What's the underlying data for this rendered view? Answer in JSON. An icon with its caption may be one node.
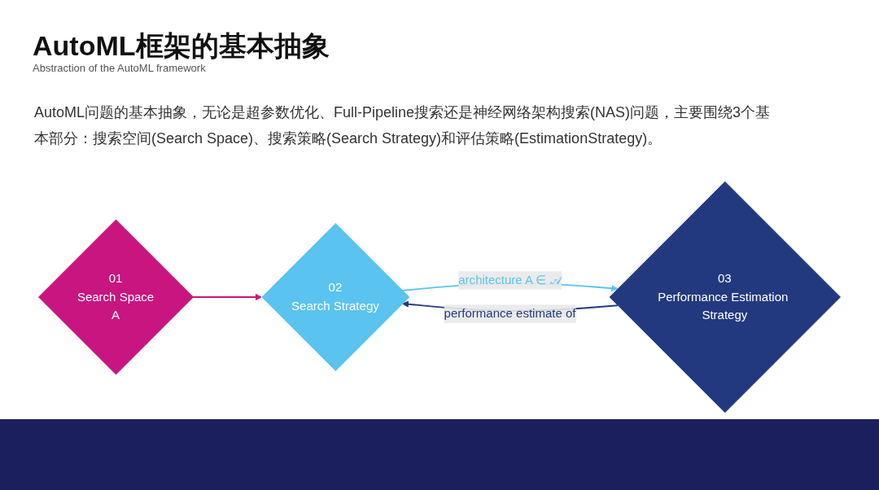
{
  "diagram": {
    "title": "AutoML框架的基本抽象",
    "nodes": [
      {
        "text": [
          "01",
          "Search Space",
          "A"
        ]
      },
      {
        "text": [
          "02",
          "Search Strategy"
        ]
      },
      {
        "text": [
          "03",
          "Performance Estimation Strategy"
        ]
      }
    ],
    "edges": [
      {
        "from": 0,
        "to": 1,
        "arrow": "to",
        "color": "#c8157f"
      },
      {
        "from": 1,
        "to": 2,
        "arrow": "to",
        "label": "architecture A ∈ 𝒜",
        "color": "#5bc3f0"
      },
      {
        "from": 2,
        "to": 1,
        "arrow": "to",
        "label": "performance estimate of",
        "color": "#23397f"
      }
    ],
    "labels": [
      "Abstraction of the AutoML framework",
      "AutoML问题的基本抽象，无论是超参数优化、Full-Pipeline搜索还是神经网络架构搜索(NAS)问题，主要围绕3个基本部分：搜索空间(Search Space)、搜索策略(Search Strategy)和评估策略(EstimationStrategy)。"
    ]
  }
}
